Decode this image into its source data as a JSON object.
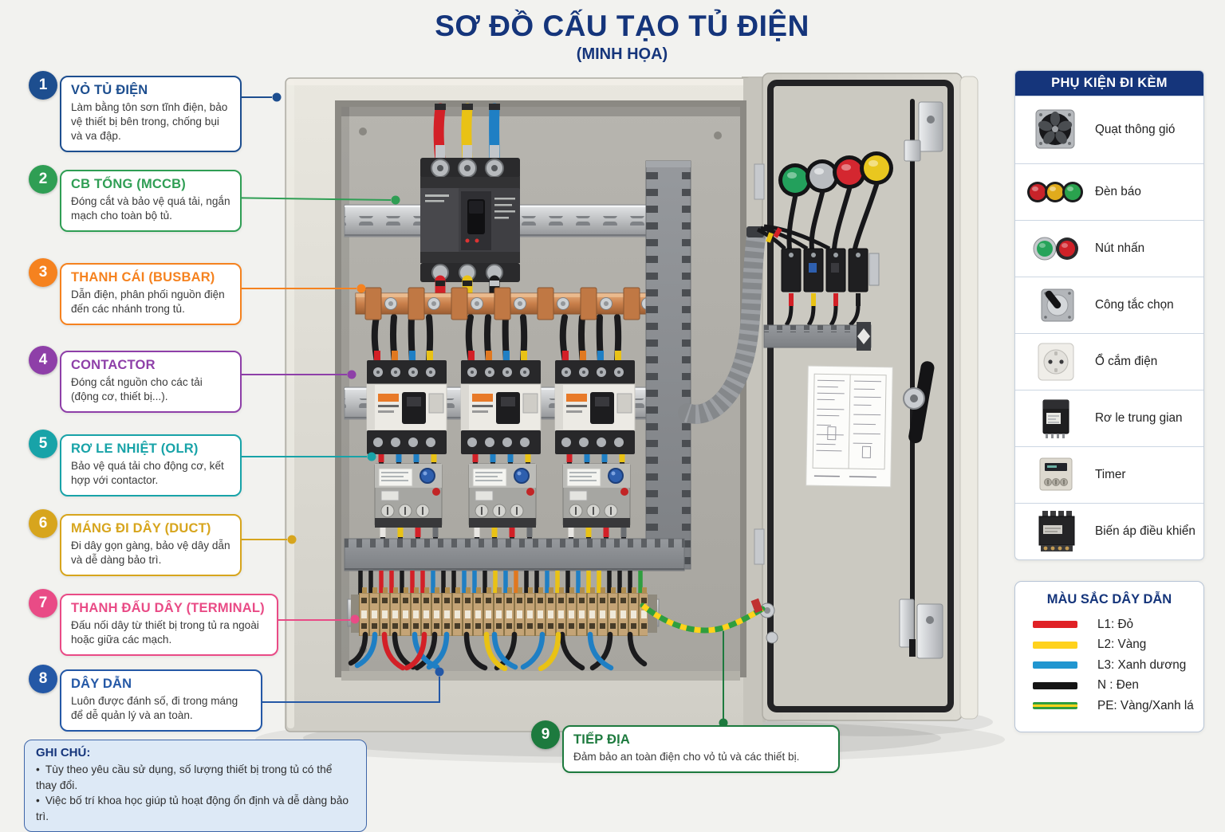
{
  "page": {
    "title": "SƠ ĐỒ CẤU TẠO TỦ ĐIỆN",
    "subtitle": "(MINH HỌA)"
  },
  "callouts": [
    {
      "number": "1",
      "title": "VỎ TỦ ĐIỆN",
      "description": "Làm bằng tôn sơn tĩnh điện, bảo vệ thiết bị bên trong, chống bụi và va đập.",
      "accent": "#1d4e8f"
    },
    {
      "number": "2",
      "title": "CB TỔNG (MCCB)",
      "description": "Đóng cắt và bảo vệ quá tải, ngắn mạch cho toàn bộ tủ.",
      "accent": "#2f9e54"
    },
    {
      "number": "3",
      "title": "THANH CÁI (BUSBAR)",
      "description": "Dẫn điện, phân phối nguồn điện đến các nhánh trong tủ.",
      "accent": "#f5821f"
    },
    {
      "number": "4",
      "title": "CONTACTOR",
      "description": "Đóng cắt nguồn cho các tải (động cơ, thiết bị...).",
      "accent": "#8e3fa8"
    },
    {
      "number": "5",
      "title": "RƠ LE NHIỆT (OLR)",
      "description": "Bảo vệ quá tải cho động cơ, kết hợp với contactor.",
      "accent": "#18a3a8"
    },
    {
      "number": "6",
      "title": "MÁNG ĐI DÂY (DUCT)",
      "description": "Đi dây gọn gàng, bảo vệ dây dẫn và dễ dàng bảo trì.",
      "accent": "#d7a51d"
    },
    {
      "number": "7",
      "title": "THANH ĐẤU DÂY (TERMINAL)",
      "description": "Đấu nối dây từ thiết bị trong tủ ra ngoài hoặc giữa các mạch.",
      "accent": "#e94b86"
    },
    {
      "number": "8",
      "title": "DÂY DẪN",
      "description": "Luôn được đánh số, đi trong máng để dễ quản lý và an toàn.",
      "accent": "#2458a6"
    },
    {
      "number": "9",
      "title": "TIẾP ĐỊA",
      "description": "Đảm bảo an toàn điện cho vỏ tủ và các thiết bị.",
      "accent": "#1d7a3e"
    }
  ],
  "notes": {
    "title": "GHI CHÚ:",
    "items": [
      "Tùy theo yêu cầu sử dụng, số lượng thiết bị trong tủ có thể thay đổi.",
      "Việc bố trí khoa học giúp tủ hoạt động ổn định và dễ dàng bảo trì."
    ]
  },
  "accessories": {
    "title": "PHỤ KIỆN ĐI KÈM",
    "items": [
      {
        "icon": "fan-icon",
        "label": "Quạt thông gió"
      },
      {
        "icon": "indicator-lights-icon",
        "label": "Đèn báo"
      },
      {
        "icon": "push-button-icon",
        "label": "Nút nhấn"
      },
      {
        "icon": "selector-switch-icon",
        "label": "Công tắc chọn"
      },
      {
        "icon": "power-socket-icon",
        "label": "Ổ cắm điện"
      },
      {
        "icon": "relay-icon",
        "label": "Rơ le trung gian"
      },
      {
        "icon": "timer-icon",
        "label": "Timer"
      },
      {
        "icon": "transformer-icon",
        "label": "Biến áp điều khiển"
      }
    ]
  },
  "wire_colors": {
    "title": "MÀU SẮC DÂY DẪN",
    "items": [
      {
        "label": "L1: Đỏ",
        "color": "#e02126",
        "bar_style": "background:#e02126"
      },
      {
        "label": "L2: Vàng",
        "color": "#ffd21c",
        "bar_style": "background:#ffd21c"
      },
      {
        "label": "L3: Xanh dương",
        "color": "#2196d0",
        "bar_style": "background:#2196d0"
      },
      {
        "label": "N : Đen",
        "color": "#151515",
        "bar_style": "background:#151515"
      },
      {
        "label": "PE: Vàng/Xanh lá",
        "color": "#2f9e3f",
        "stripe": "#ffd21c",
        "bar_style": "background:linear-gradient(180deg,#2f9e3f 0 32%,#ffd21c 32% 68%,#2f9e3f 68% 100%)"
      }
    ]
  },
  "colors": {
    "heading": "#15357b",
    "panel_header_bg": "#15357b",
    "cabinet_body": "#d9d7cf",
    "copper_busbar": "#c97f4a"
  }
}
